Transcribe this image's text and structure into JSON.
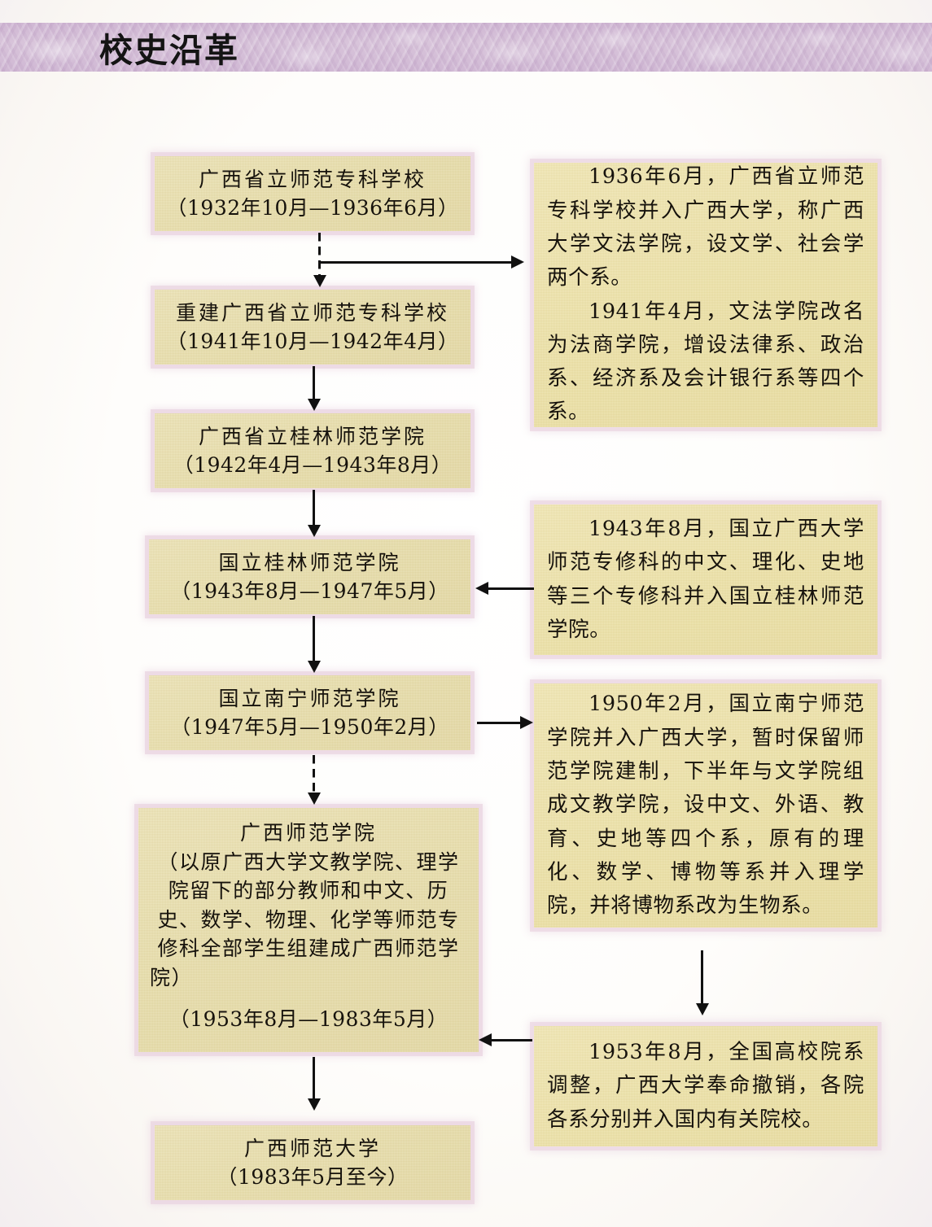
{
  "header": {
    "title": "校史沿革",
    "banner_color": "#d3bdd6"
  },
  "palette": {
    "box_fill": "#e9dfae",
    "note_fill": "#eee3ab",
    "box_glow": "#ebd6e2",
    "text": "#16120c",
    "connector": "#111111",
    "page_background": "#ffffff"
  },
  "timeline": {
    "boxes": [
      {
        "id": "box-1932",
        "name": "广西省立师范专科学校",
        "period": "（1932年10月—1936年6月）"
      },
      {
        "id": "box-1941",
        "name": "重建广西省立师范专科学校",
        "period": "（1941年10月—1942年4月）"
      },
      {
        "id": "box-1942",
        "name": "广西省立桂林师范学院",
        "period": "（1942年4月—1943年8月）"
      },
      {
        "id": "box-1943",
        "name": "国立桂林师范学院",
        "period": "（1943年8月—1947年5月）"
      },
      {
        "id": "box-1947",
        "name": "国立南宁师范学院",
        "period": "（1947年5月—1950年2月）"
      },
      {
        "id": "box-1953",
        "name": "广西师范学院",
        "detail_lines": [
          "（以原广西大学文教学院、理学",
          "院留下的部分教师和中文、历",
          "史、数学、物理、化学等师范专",
          "修科全部学生组建成广西师范学",
          "院）"
        ],
        "period": "（1953年8月—1983年5月）"
      },
      {
        "id": "box-1983",
        "name": "广西师范大学",
        "period": "（1983年5月至今）"
      }
    ],
    "notes": [
      {
        "id": "note-1936",
        "paragraphs": [
          "1936年6月，广西省立师范专科学校并入广西大学，称广西大学文法学院，设文学、社会学两个系。",
          "1941年4月，文法学院改名为法商学院，增设法律系、政治系、经济系及会计银行系等四个系。"
        ]
      },
      {
        "id": "note-1943",
        "paragraphs": [
          "1943年8月，国立广西大学师范专修科的中文、理化、史地等三个专修科并入国立桂林师范学院。"
        ]
      },
      {
        "id": "note-1950",
        "paragraphs": [
          "1950年2月，国立南宁师范学院并入广西大学，暂时保留师范学院建制，下半年与文学院组成文教学院，设中文、外语、教育、史地等四个系，原有的理化、数学、博物等系并入理学院，并将博物系改为生物系。"
        ]
      },
      {
        "id": "note-1953",
        "paragraphs": [
          "1953年8月，全国高校院系调整，广西大学奉命撤销，各院各系分别并入国内有关院校。"
        ]
      }
    ],
    "connectors": [
      {
        "id": "conn-1932-to-1941",
        "style": "dashed",
        "direction": "down"
      },
      {
        "id": "conn-1932-to-note1936",
        "style": "solid",
        "direction": "right"
      },
      {
        "id": "conn-1941-to-1942",
        "style": "solid",
        "direction": "down"
      },
      {
        "id": "conn-1942-to-1943",
        "style": "solid",
        "direction": "down"
      },
      {
        "id": "conn-note1943-to-1943",
        "style": "solid",
        "direction": "left"
      },
      {
        "id": "conn-1943-to-1947",
        "style": "solid",
        "direction": "down"
      },
      {
        "id": "conn-1947-to-note1950",
        "style": "solid",
        "direction": "right"
      },
      {
        "id": "conn-1947-to-1953",
        "style": "dashed",
        "direction": "down"
      },
      {
        "id": "conn-note1950-to-note1953",
        "style": "solid",
        "direction": "down"
      },
      {
        "id": "conn-note1953-to-1953",
        "style": "solid",
        "direction": "left"
      },
      {
        "id": "conn-1953-to-1983",
        "style": "solid",
        "direction": "down"
      }
    ]
  }
}
